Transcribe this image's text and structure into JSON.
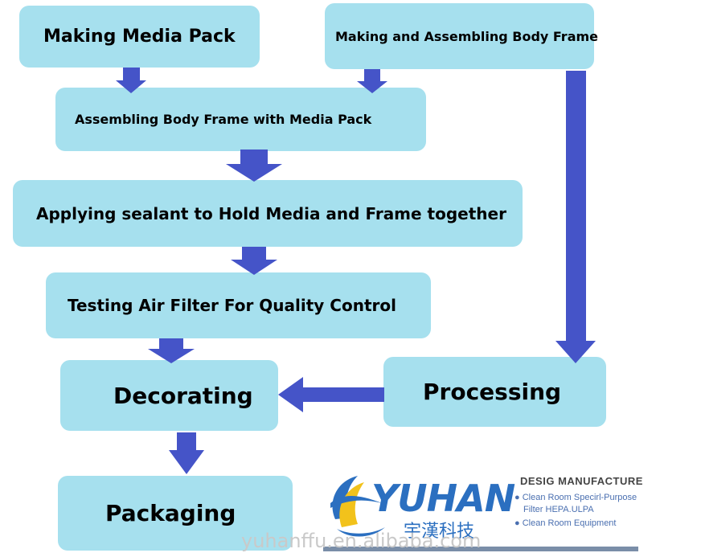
{
  "steps": {
    "media_pack": "Making Media Pack",
    "body_frame": "Making and Assembling Body Frame",
    "assembling": "Assembling Body Frame with Media Pack",
    "sealant": "Applying sealant to Hold Media and Frame together",
    "testing": "Testing Air Filter For Quality Control",
    "decorating": "Decorating",
    "processing": "Processing",
    "packaging": "Packaging"
  },
  "colors": {
    "box_fill": "#a6e0ee",
    "arrow": "#4554c8",
    "brand": "#2b6fc0",
    "logo_yellow": "#f2c21b"
  },
  "logo": {
    "brand": "YUHAN",
    "chinese": "宇漢科技",
    "headline": "DESIG   MANUFACTURE",
    "lines": [
      "● Clean Room Specirl-Purpose",
      "Filter HEPA.ULPA",
      "● Clean Room Equipment"
    ]
  },
  "watermark": "yuhanffu.en.alibaba.com"
}
